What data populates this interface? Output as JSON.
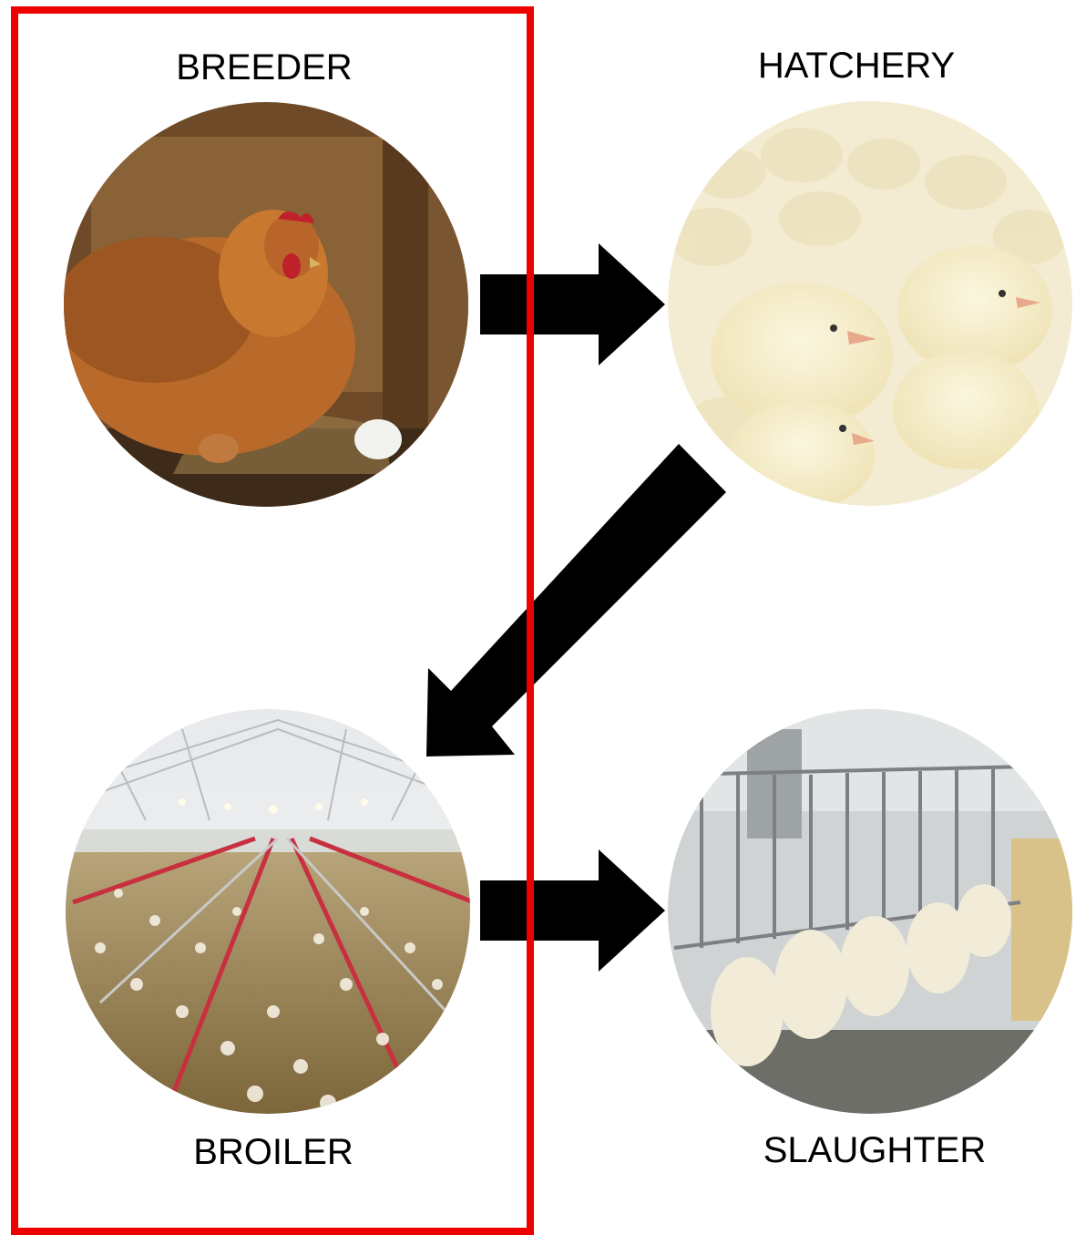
{
  "stages": {
    "breeder": {
      "label": "BREEDER",
      "icon": "hen-on-nest-photo"
    },
    "hatchery": {
      "label": "HATCHERY",
      "icon": "chicks-photo"
    },
    "broiler": {
      "label": "BROILER",
      "icon": "broiler-house-photo"
    },
    "slaughter": {
      "label": "SLAUGHTER",
      "icon": "processing-line-photo"
    }
  },
  "colors": {
    "highlight": "#ee0000",
    "arrow": "#000000"
  }
}
